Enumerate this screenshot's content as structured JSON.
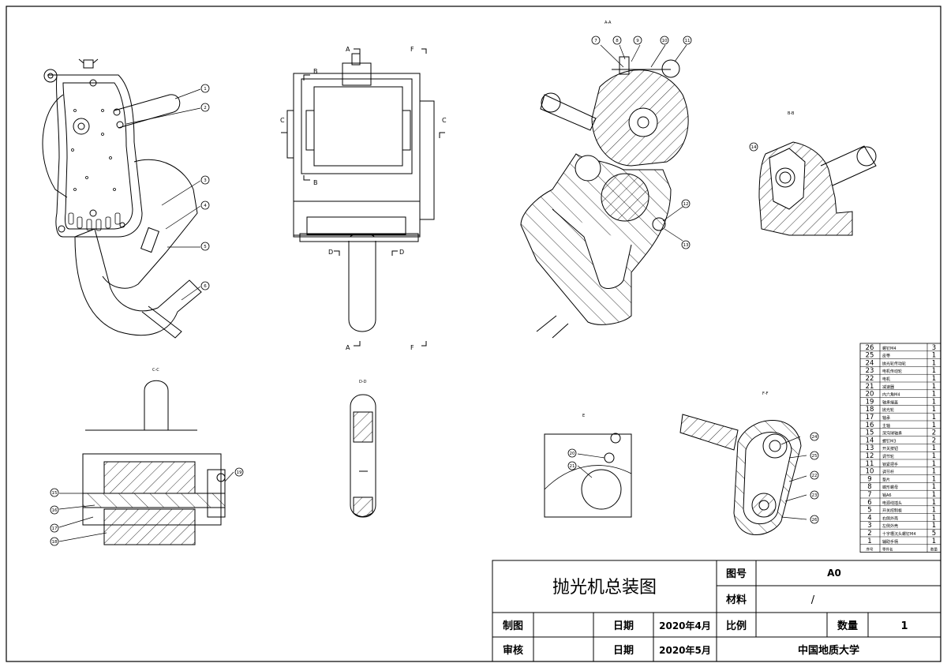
{
  "title_block": {
    "title": "抛光机总装图",
    "drawing_no_label": "图号",
    "drawing_no": "A0",
    "material_label": "材料",
    "material": "/",
    "drafter_label": "制图",
    "date_label": "日期",
    "date1": "2020年4月",
    "scale_label": "比例",
    "quantity_label": "数量",
    "quantity": "1",
    "reviewer_label": "审核",
    "date2": "2020年5月",
    "institution": "中国地质大学"
  },
  "section_labels": {
    "aa": "A-A",
    "bb": "B-B",
    "cc": "C-C",
    "dd": "D-D",
    "ff": "F-F",
    "e": "E",
    "cut_a": "A",
    "cut_b": "B",
    "cut_c": "C",
    "cut_d": "D",
    "cut_f": "F"
  },
  "bom": [
    {
      "no": "26",
      "name": "螺钉M4",
      "qty": "3"
    },
    {
      "no": "25",
      "name": "皮带",
      "qty": "1"
    },
    {
      "no": "24",
      "name": "抛光轮传动轮",
      "qty": "1"
    },
    {
      "no": "23",
      "name": "电机传动轮",
      "qty": "1"
    },
    {
      "no": "22",
      "name": "电机",
      "qty": "1"
    },
    {
      "no": "21",
      "name": "减速器",
      "qty": "1"
    },
    {
      "no": "20",
      "name": "内六角M4",
      "qty": "1"
    },
    {
      "no": "19",
      "name": "轴承端盖",
      "qty": "1"
    },
    {
      "no": "18",
      "name": "抛光轮",
      "qty": "1"
    },
    {
      "no": "17",
      "name": "轴承",
      "qty": "1"
    },
    {
      "no": "16",
      "name": "主轴",
      "qty": "1"
    },
    {
      "no": "15",
      "name": "深沟球轴承",
      "qty": "2"
    },
    {
      "no": "14",
      "name": "螺钉M3",
      "qty": "2"
    },
    {
      "no": "13",
      "name": "开关按钮",
      "qty": "1"
    },
    {
      "no": "12",
      "name": "调节轮",
      "qty": "1"
    },
    {
      "no": "11",
      "name": "锁紧把手",
      "qty": "1"
    },
    {
      "no": "10",
      "name": "调节杆",
      "qty": "1"
    },
    {
      "no": "9",
      "name": "垫片",
      "qty": "1"
    },
    {
      "no": "8",
      "name": "蝶形螺母",
      "qty": "1"
    },
    {
      "no": "7",
      "name": "销A6",
      "qty": "1"
    },
    {
      "no": "6",
      "name": "电源线插头",
      "qty": "1"
    },
    {
      "no": "5",
      "name": "开关控制板",
      "qty": "1"
    },
    {
      "no": "4",
      "name": "右侧外壳",
      "qty": "1"
    },
    {
      "no": "3",
      "name": "左侧外壳",
      "qty": "1"
    },
    {
      "no": "2",
      "name": "十字槽沉头螺钉M4",
      "qty": "5"
    },
    {
      "no": "1",
      "name": "辅助手柄",
      "qty": "1"
    }
  ],
  "bom_header": {
    "no": "序号",
    "name": "零件名",
    "qty": "数量"
  },
  "balloons": {
    "view1": [
      "1",
      "2",
      "3",
      "4",
      "5",
      "6"
    ],
    "aa": [
      "7",
      "8",
      "9",
      "10",
      "11",
      "12",
      "13"
    ],
    "bb": [
      "14"
    ],
    "cc": [
      "15",
      "16",
      "17",
      "18",
      "19"
    ],
    "e": [
      "20",
      "21"
    ],
    "ff": [
      "24",
      "25",
      "22",
      "23",
      "26"
    ]
  }
}
